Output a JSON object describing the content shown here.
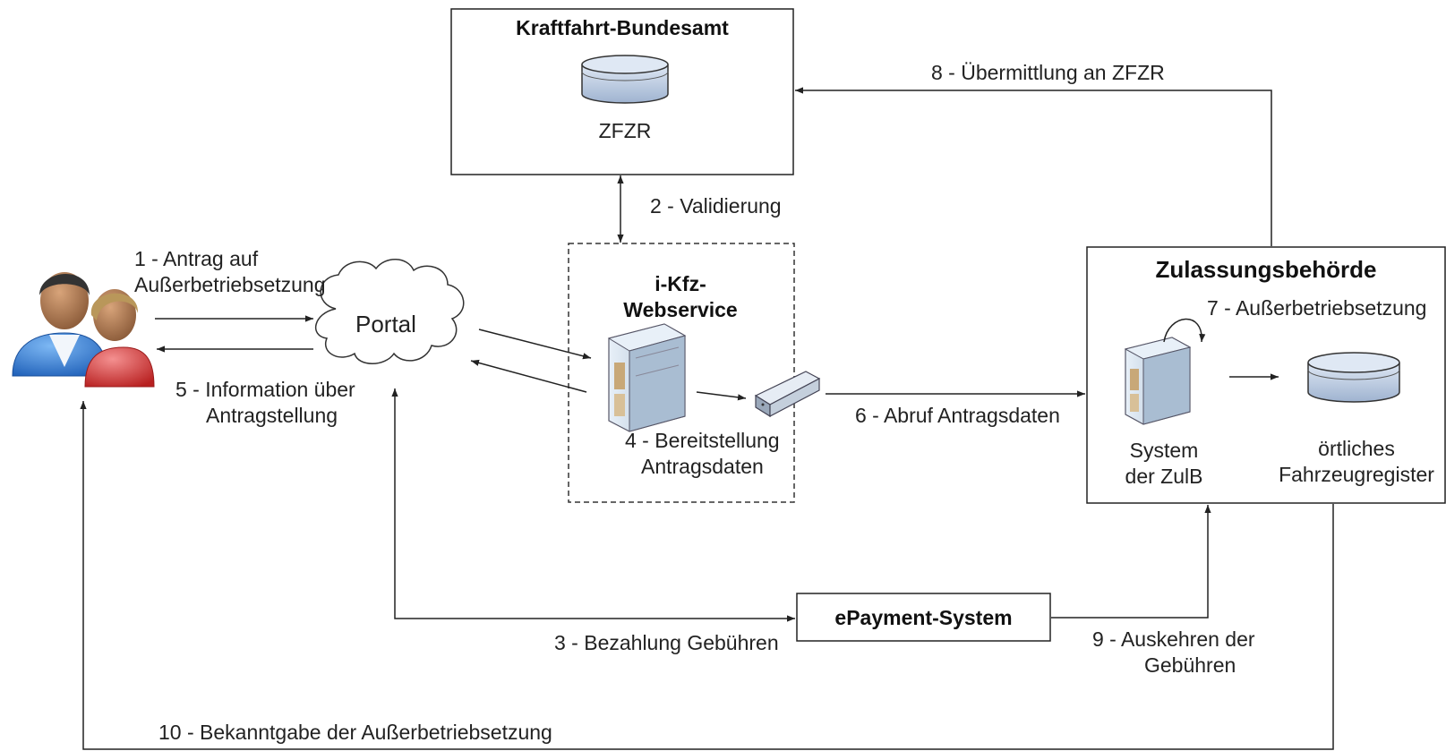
{
  "nodes": {
    "kba_title": "Kraftfahrt-Bundesamt",
    "zfzr": "ZFZR",
    "portal": "Portal",
    "ikfz_line1": "i-Kfz-",
    "ikfz_line2": "Webservice",
    "zulb_title": "Zulassungsbehörde",
    "system_line1": "System",
    "system_line2": "der ZulB",
    "register_line1": "örtliches",
    "register_line2": "Fahrzeugregister",
    "epayment": "ePayment-System"
  },
  "steps": {
    "s1_line1": "1 - Antrag auf",
    "s1_line2": "Außerbetriebsetzung",
    "s2": "2 - Validierung",
    "s3": "3 - Bezahlung  Gebühren",
    "s4_line1": "4 - Bereitstellung",
    "s4_line2": "Antragsdaten",
    "s5_line1": "5 - Information  über",
    "s5_line2": "Antragstellung",
    "s6": "6 - Abruf Antragsdaten",
    "s7": "7 - Außerbetriebsetzung",
    "s8": "8 - Übermittlung  an ZFZR",
    "s9_line1": "9 - Auskehren der",
    "s9_line2": "Gebühren",
    "s10": "10 - Bekanntgabe der  Außerbetriebsetzung"
  },
  "icons": [
    "users-icon",
    "database-icon",
    "server-icon",
    "network-device-icon",
    "cloud-icon"
  ],
  "colors": {
    "line": "#222222",
    "db_fill": "#b8c8e0",
    "server_fill": "#cfdcea",
    "server_accent": "#c8a878",
    "user_blue": "#2f7fd8",
    "user_red": "#d83a3a",
    "skin": "#b07a52"
  }
}
